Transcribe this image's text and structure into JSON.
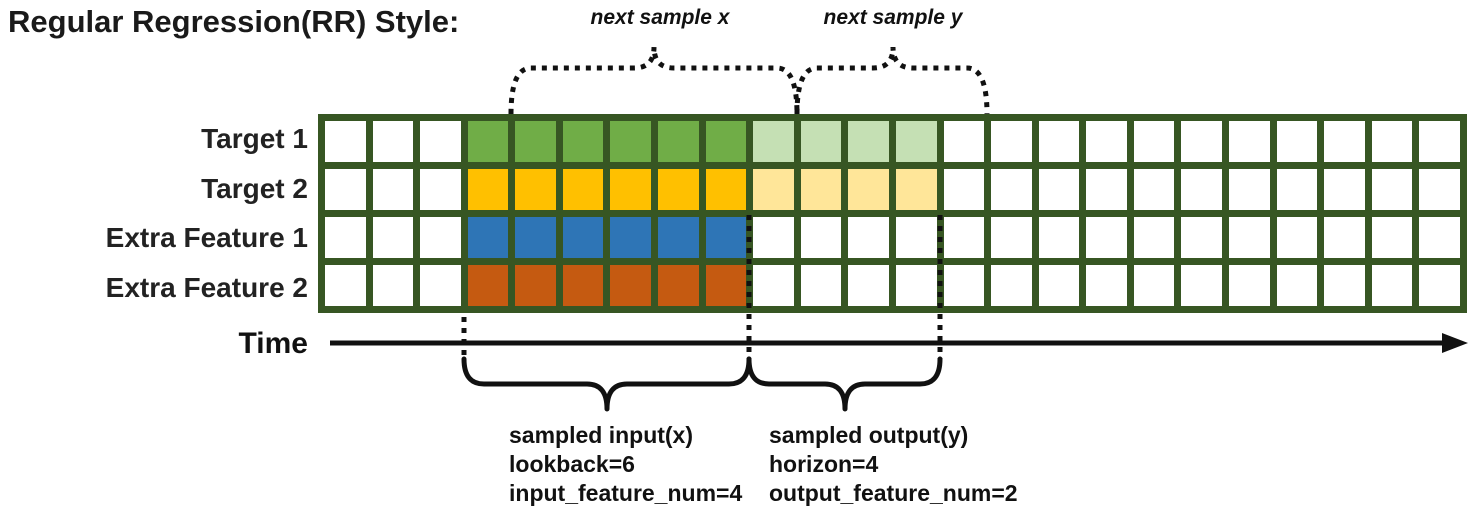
{
  "title": "Regular Regression(RR) Style:",
  "annotations": {
    "next_sample_x": "next sample x",
    "next_sample_y": "next sample y",
    "time_label": "Time",
    "input_lines": [
      "sampled input(x)",
      "lookback=6",
      "input_feature_num=4"
    ],
    "output_lines": [
      "sampled output(y)",
      "horizon=4",
      "output_feature_num=2"
    ]
  },
  "grid": {
    "num_columns": 24,
    "num_rows": 4,
    "input_start_col": 3,
    "lookback": 6,
    "horizon": 4,
    "input_feature_num": 4,
    "output_feature_num": 2,
    "border_color": "#375623",
    "empty_cell_color": "#ffffff",
    "rows": [
      {
        "label": "Target 1",
        "input_color": "#70AD47",
        "output_color": "#C5E0B4"
      },
      {
        "label": "Target 2",
        "input_color": "#FFC000",
        "output_color": "#FFE699"
      },
      {
        "label": "Extra Feature 1",
        "input_color": "#2E75B6",
        "output_color": "#ffffff"
      },
      {
        "label": "Extra Feature 2",
        "input_color": "#C55A11",
        "output_color": "#ffffff"
      }
    ]
  }
}
